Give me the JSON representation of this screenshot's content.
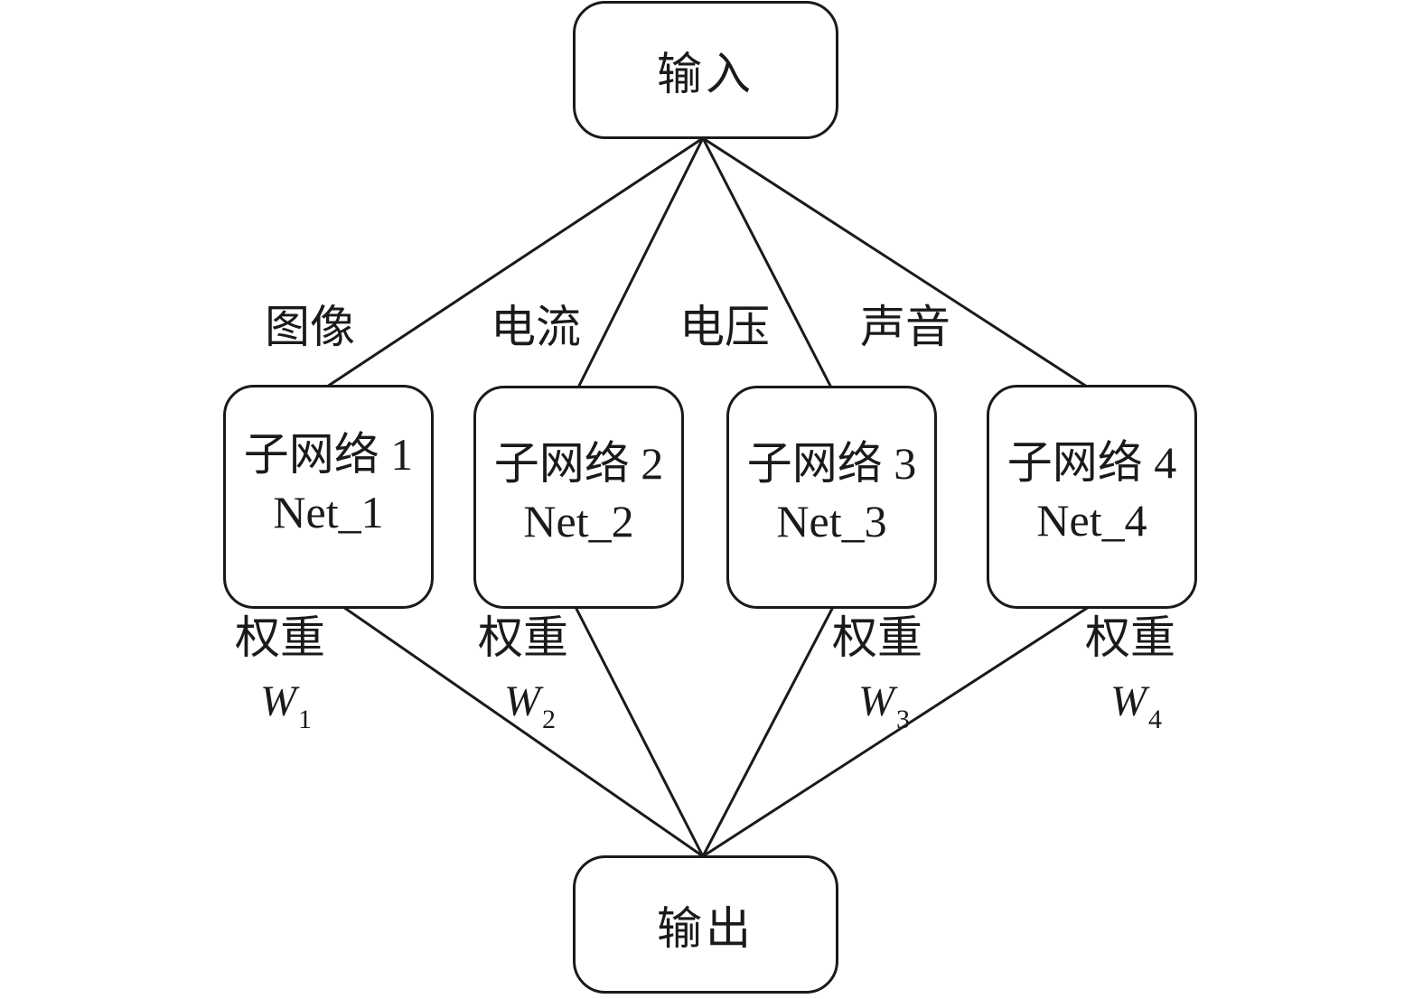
{
  "input": {
    "label": "输入"
  },
  "output": {
    "label": "输出"
  },
  "modalities": [
    {
      "label": "图像"
    },
    {
      "label": "电流"
    },
    {
      "label": "电压"
    },
    {
      "label": "声音"
    }
  ],
  "subnetworks": [
    {
      "title": "子网络 1",
      "code": "Net_1",
      "weight_label": "权重",
      "weight_symbol": "W",
      "weight_index": "1"
    },
    {
      "title": "子网络 2",
      "code": "Net_2",
      "weight_label": "权重",
      "weight_symbol": "W",
      "weight_index": "2"
    },
    {
      "title": "子网络 3",
      "code": "Net_3",
      "weight_label": "权重",
      "weight_symbol": "W",
      "weight_index": "3"
    },
    {
      "title": "子网络 4",
      "code": "Net_4",
      "weight_label": "权重",
      "weight_symbol": "W",
      "weight_index": "4"
    }
  ],
  "colors": {
    "stroke": "#1a1a1a",
    "background": "#ffffff"
  }
}
